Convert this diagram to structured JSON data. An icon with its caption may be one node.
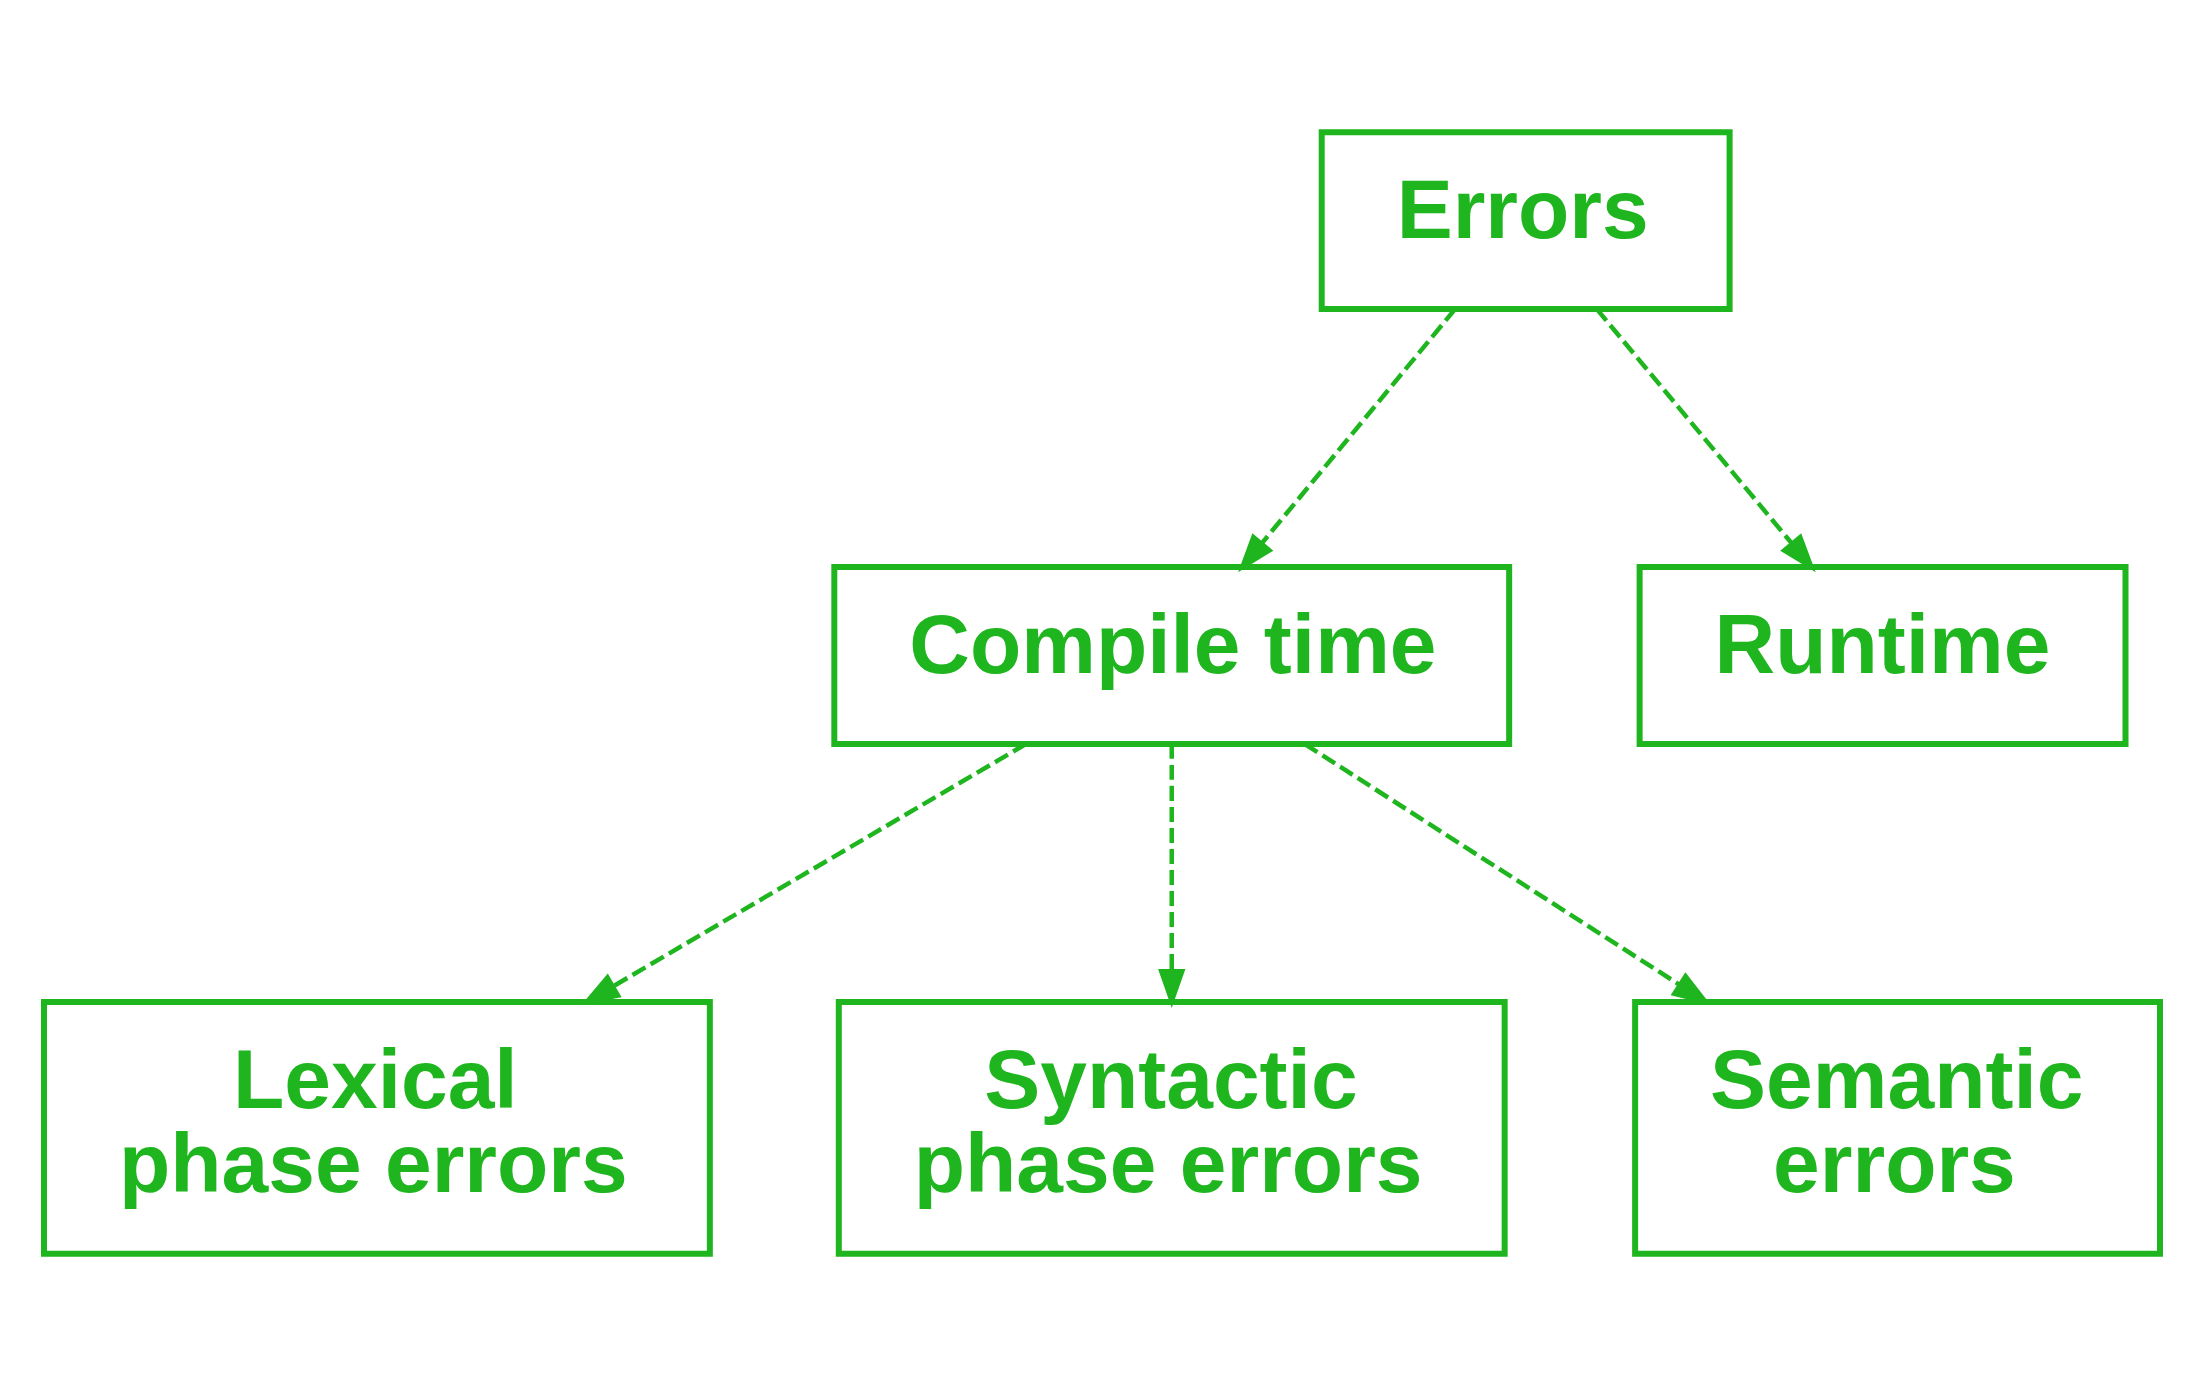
{
  "diagram": {
    "nodes": [
      {
        "text": [
          "Errors"
        ]
      },
      {
        "text": [
          "Compile time"
        ]
      },
      {
        "text": [
          "Runtime"
        ]
      },
      {
        "text": [
          "Lexical phase errors"
        ]
      },
      {
        "text": [
          "Syntactic phase errors"
        ]
      },
      {
        "text": [
          "Semantic errors"
        ]
      }
    ],
    "edges": [
      {
        "from": 0,
        "to": 1,
        "arrow": "to",
        "style": "dashed"
      },
      {
        "from": 0,
        "to": 2,
        "arrow": "to",
        "style": "dashed"
      },
      {
        "from": 1,
        "to": 3,
        "arrow": "to",
        "style": "dashed"
      },
      {
        "from": 1,
        "to": 4,
        "arrow": "to",
        "style": "dashed"
      },
      {
        "from": 1,
        "to": 5,
        "arrow": "to",
        "style": "dashed"
      }
    ]
  }
}
